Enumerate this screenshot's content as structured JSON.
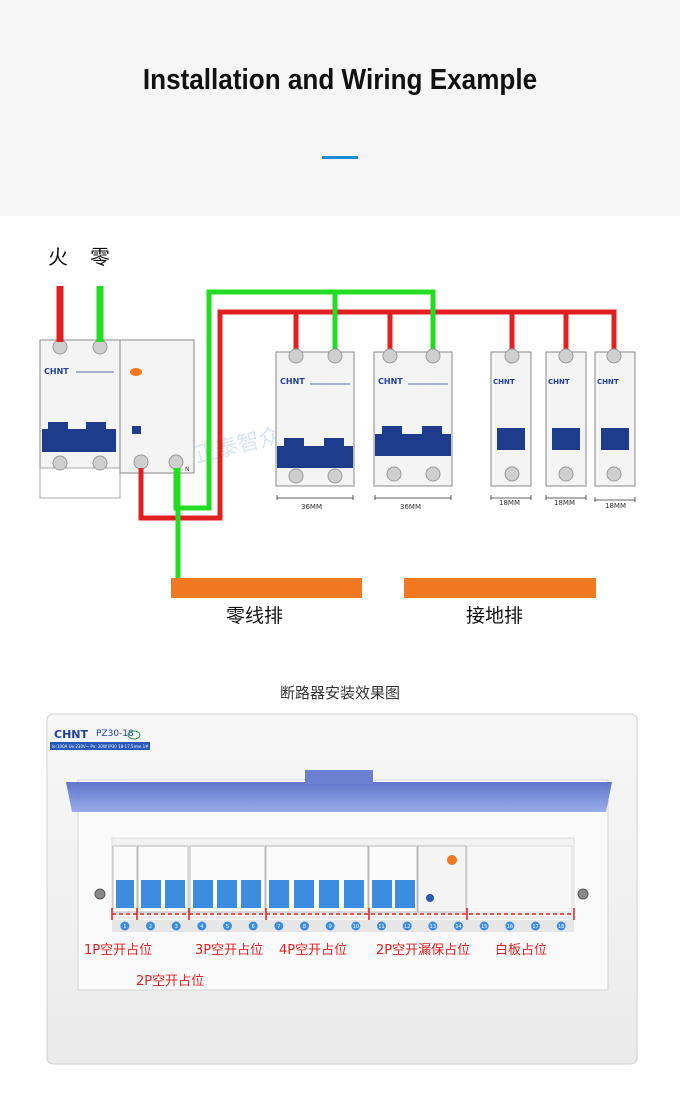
{
  "header": {
    "title": "Installation and Wiring Example",
    "accent_color": "#1a8fd6"
  },
  "wiring": {
    "live_label": "火",
    "neutral_label": "零",
    "brand": "CHNT",
    "neutral_terminal": "N",
    "breakers": [
      {
        "width_label": "36MM"
      },
      {
        "width_label": "36MM"
      },
      {
        "width_label": "18MM"
      },
      {
        "width_label": "18MM"
      },
      {
        "width_label": "18MM"
      }
    ],
    "neutral_bar_label": "零线排",
    "ground_bar_label": "接地排",
    "watermark": "正泰智众专卖店",
    "colors": {
      "live": "#e02020",
      "neutral": "#22dd22",
      "bar": "#f07820"
    }
  },
  "photo": {
    "caption": "断路器安装效果图",
    "brand": "CHNT",
    "model": "PZ30-18",
    "spec_line": "Ie:100A Ue:230V~ Pn: 20W IP30 18-17.5mm 1#",
    "annotations": [
      "1P空开占位",
      "2P空开占位",
      "3P空开占位",
      "4P空开占位",
      "2P空开漏保占位",
      "白板占位"
    ],
    "slot_numbers": [
      "1",
      "2",
      "3",
      "4",
      "5",
      "6",
      "7",
      "8",
      "9",
      "10",
      "11",
      "12",
      "13",
      "14",
      "15",
      "16",
      "17",
      "18"
    ],
    "annotation_color": "#e02020"
  }
}
